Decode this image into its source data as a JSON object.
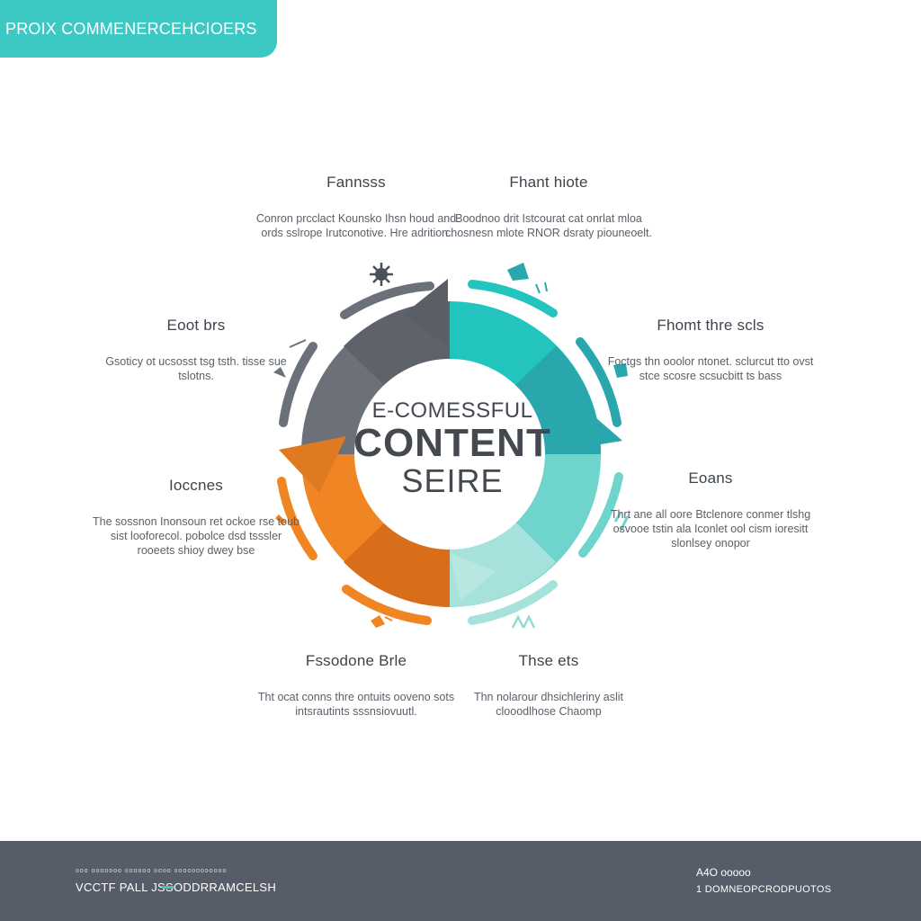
{
  "header": {
    "title": "PROIX COMMENERCEHCIOERS"
  },
  "center": {
    "line1": "E-COMESSFUL",
    "line2": "CONTENT",
    "line3": "SEIRE"
  },
  "labels": [
    {
      "title": "Fannsss",
      "desc": "Conron prcclact Kounsko Ihsn houd and ords sslrope Irutconotive. Hre adrition."
    },
    {
      "title": "Fhant hiote",
      "desc": "Boodnoo drit Istcourat cat onrlat mloa chosnesn mlote RNOR dsraty piouneoelt."
    },
    {
      "title": "Fhomt thre scls",
      "desc": "Foctgs thn ooolor ntonet. sclurcut tto ovst stce scosre scsucbitt ts bass"
    },
    {
      "title": "Eoans",
      "desc": "Thrt ane all oore Btclenore conmer tlshg osvooe tstin ala Iconlet ool cism ioresitt slonlsey onopor"
    },
    {
      "title": "Thse ets",
      "desc": "Thn nolarour dhsichleriny aslit clooodlhose Chaomp"
    },
    {
      "title": "Fssodone Brle",
      "desc": "Tht ocat conns thre ontuits ooveno sots intsrautints sssnsiovuutl."
    },
    {
      "title": "Ioccnes",
      "desc": "The sossnon Inonsoun ret ockoe rse toub sist looforecol. pobolce dsd tsssler rooeets shioy dwey bse"
    },
    {
      "title": "Eoot brs",
      "desc": "Gsoticy ot ucsosst tsg tsth. tisse sue tslotns."
    }
  ],
  "footer": {
    "left_small": "ooo ooooooo oooooo oooo oooooooooooo",
    "left": "VCCTF PALL JSSODDRRAMCELSH",
    "right_small": "A4O ooooo",
    "right": "1 DOMNEOPCRODPUOTOS"
  },
  "colors": {
    "teal": "#3cc9c3",
    "teal_dark": "#2ea7ad",
    "teal_light": "#8fdcd4",
    "gray": "#6b7079",
    "gray_dark": "#555a62",
    "orange": "#f08523",
    "orange_dark": "#d96e1a",
    "footer": "#565d68"
  }
}
